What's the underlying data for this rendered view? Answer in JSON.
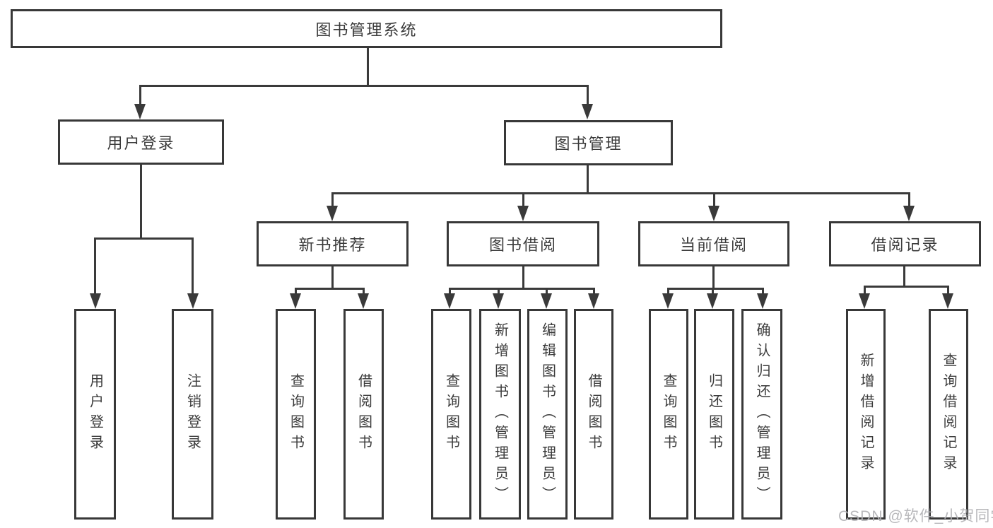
{
  "colors": {
    "line": "#3a3a3a",
    "box_border": "#383838",
    "box_background": "#ffffff",
    "text": "#3b3b3b",
    "watermark": "#b2b2b6"
  },
  "watermark": {
    "text": "CSDN @软件_小贺同学"
  },
  "diagram": {
    "root": {
      "label": "图书管理系统"
    },
    "user_login": {
      "label": "用户登录",
      "children": [
        {
          "label": "用户登录"
        },
        {
          "label": "注销登录"
        }
      ]
    },
    "book_mgmt": {
      "label": "图书管理",
      "children": [
        {
          "label": "新书推荐",
          "children": [
            {
              "label": "查询图书"
            },
            {
              "label": "借阅图书"
            }
          ]
        },
        {
          "label": "图书借阅",
          "children": [
            {
              "label": "查询图书"
            },
            {
              "label": "新增图书（管理员）"
            },
            {
              "label": "编辑图书（管理员）"
            },
            {
              "label": "借阅图书"
            }
          ]
        },
        {
          "label": "当前借阅",
          "children": [
            {
              "label": "查询图书"
            },
            {
              "label": "归还图书"
            },
            {
              "label": "确认归还（管理员）"
            }
          ]
        },
        {
          "label": "借阅记录",
          "children": [
            {
              "label": "新增借阅记录"
            },
            {
              "label": "查询借阅记录"
            }
          ]
        }
      ]
    }
  }
}
